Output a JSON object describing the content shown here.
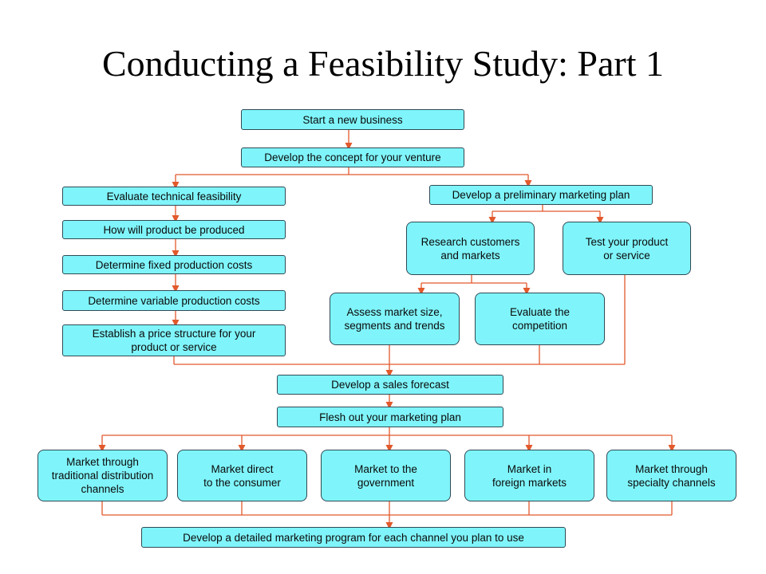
{
  "title": "Conducting a Feasibility Study: Part 1",
  "connector_color": "#e2592c",
  "box_color": "#7ff5fb",
  "boxes": {
    "start": "Start a new business",
    "concept": "Develop the concept for your venture",
    "tech": "Evaluate technical feasibility",
    "produced": "How will product be produced",
    "fixed": "Determine fixed production costs",
    "variable": "Determine variable production costs",
    "price": "Establish a price structure for your\nproduct or service",
    "prelim": "Develop a preliminary marketing plan",
    "research": "Research customers\nand markets",
    "test": "Test your product\nor service",
    "assess": "Assess market size,\nsegments and trends",
    "competition": "Evaluate the\ncompetition",
    "forecast": "Develop a sales forecast",
    "flesh": "Flesh out your marketing plan",
    "traditional": "Market through\ntraditional distribution\nchannels",
    "direct": "Market direct\nto the consumer",
    "government": "Market to the\ngovernment",
    "foreign": "Market in\nforeign markets",
    "specialty": "Market through\nspecialty channels",
    "detailed": "Develop a detailed marketing program for each channel you plan to use"
  }
}
